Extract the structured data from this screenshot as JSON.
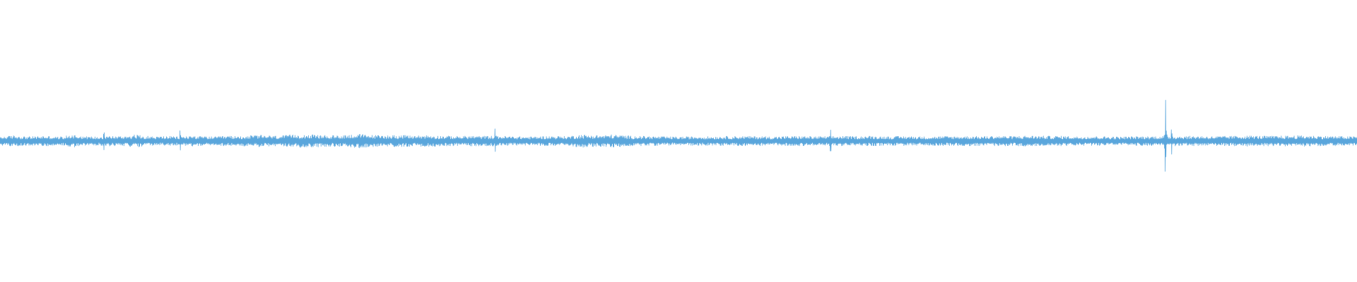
{
  "chart_data": {
    "type": "line",
    "title": "",
    "xlabel": "",
    "ylabel": "",
    "ylim": [
      -1,
      1
    ],
    "grid": false,
    "legend": "none",
    "series": [
      {
        "color": "#5aa6dc",
        "baseline_amplitude": 0.03,
        "envelope": [
          0.03,
          0.034,
          0.04,
          0.034,
          0.031,
          0.033,
          0.036,
          0.034,
          0.03,
          0.033,
          0.047,
          0.04,
          0.033,
          0.031,
          0.032,
          0.036,
          0.035,
          0.033,
          0.041,
          0.045,
          0.037,
          0.034,
          0.031,
          0.035,
          0.033,
          0.03,
          0.034,
          0.038,
          0.033,
          0.032,
          0.03,
          0.034,
          0.036,
          0.033,
          0.036,
          0.039,
          0.042,
          0.04,
          0.037,
          0.036,
          0.042,
          0.044,
          0.047,
          0.046,
          0.043,
          0.041,
          0.039,
          0.04,
          0.043,
          0.047,
          0.05,
          0.045,
          0.042,
          0.041,
          0.04,
          0.043,
          0.041,
          0.039,
          0.038,
          0.042,
          0.04,
          0.037,
          0.036,
          0.035,
          0.034,
          0.036,
          0.037,
          0.035,
          0.036,
          0.037,
          0.035,
          0.033,
          0.032,
          0.031,
          0.03,
          0.033,
          0.034,
          0.035,
          0.034,
          0.033,
          0.04,
          0.046,
          0.041,
          0.042,
          0.04,
          0.046,
          0.043,
          0.04,
          0.036,
          0.035,
          0.034,
          0.033,
          0.032,
          0.031,
          0.03,
          0.03,
          0.031,
          0.033,
          0.032,
          0.031,
          0.032,
          0.034,
          0.033,
          0.035,
          0.034,
          0.033,
          0.034,
          0.032,
          0.031,
          0.033,
          0.034,
          0.035,
          0.034,
          0.033,
          0.032,
          0.033,
          0.034,
          0.035,
          0.034,
          0.033,
          0.034,
          0.036,
          0.034,
          0.033,
          0.032,
          0.033,
          0.034,
          0.033,
          0.032,
          0.031,
          0.032,
          0.033,
          0.034,
          0.033,
          0.034,
          0.035,
          0.034,
          0.033,
          0.035,
          0.036,
          0.035,
          0.034,
          0.036,
          0.038,
          0.037,
          0.036,
          0.035,
          0.036,
          0.035,
          0.034,
          0.032,
          0.033,
          0.034,
          0.033,
          0.032,
          0.031,
          0.03,
          0.031,
          0.032,
          0.033,
          0.033,
          0.034,
          0.035,
          0.036,
          0.035,
          0.034,
          0.035,
          0.036,
          0.034,
          0.033,
          0.034,
          0.035,
          0.036,
          0.037,
          0.038,
          0.037,
          0.036,
          0.035,
          0.036,
          0.037,
          0.038,
          0.039,
          0.038,
          0.037,
          0.036,
          0.035,
          0.034,
          0.033,
          0.032,
          0.033
        ],
        "spikes": [
          {
            "x": 0.0765,
            "amplitude": 0.1
          },
          {
            "x": 0.133,
            "amplitude": 0.08
          },
          {
            "x": 0.365,
            "amplitude": 0.09
          },
          {
            "x": 0.612,
            "amplitude": 0.08
          },
          {
            "x": 0.859,
            "amplitude": 0.3
          },
          {
            "x": 0.8635,
            "amplitude": 0.12
          }
        ]
      }
    ]
  }
}
